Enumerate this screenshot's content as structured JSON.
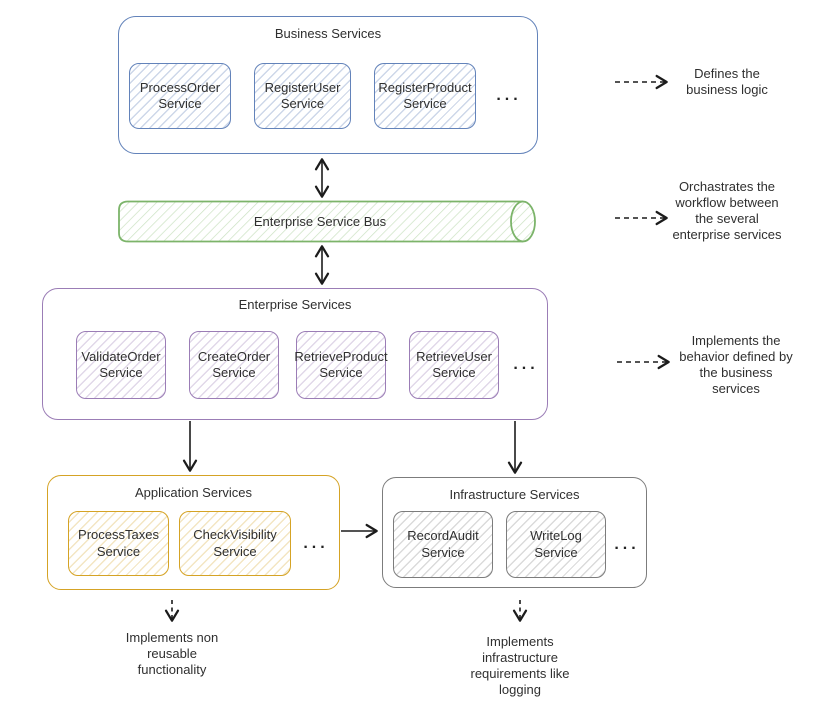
{
  "colors": {
    "business_border": "#6383ba",
    "esb_border": "#7cb46a",
    "enterprise_border": "#9b7db6",
    "application_border": "#d5a325",
    "infrastructure_border": "#7c7c7c",
    "arrow": "#1c1c1c",
    "text": "#2f2f2f"
  },
  "business": {
    "title": "Business Services",
    "items": [
      {
        "label": "ProcessOrder Service"
      },
      {
        "label": "RegisterUser Service"
      },
      {
        "label": "RegisterProduct Service"
      }
    ],
    "ellipsis": "..."
  },
  "esb": {
    "label": "Enterprise Service Bus"
  },
  "enterprise": {
    "title": "Enterprise Services",
    "items": [
      {
        "label": "ValidateOrder Service"
      },
      {
        "label": "CreateOrder Service"
      },
      {
        "label": "RetrieveProduct Service"
      },
      {
        "label": "RetrieveUser Service"
      }
    ],
    "ellipsis": "..."
  },
  "application": {
    "title": "Application Services",
    "items": [
      {
        "label": "ProcessTaxes Service"
      },
      {
        "label": "CheckVisibility Service"
      }
    ],
    "ellipsis": "..."
  },
  "infrastructure": {
    "title": "Infrastructure Services",
    "items": [
      {
        "label": "RecordAudit Service"
      },
      {
        "label": "WriteLog Service"
      }
    ],
    "ellipsis": "..."
  },
  "annotations": {
    "business": "Defines the business logic",
    "esb": "Orchastrates the workflow between the several enterprise services",
    "enterprise": "Implements the behavior defined by the business services",
    "application": "Implements non reusable functionality",
    "infrastructure": "Implements infrastructure requirements like logging"
  }
}
